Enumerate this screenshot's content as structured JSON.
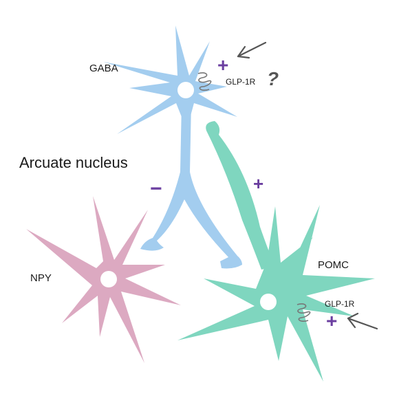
{
  "region_label": "Arcuate nucleus",
  "neurons": {
    "gaba": {
      "label": "GABA",
      "color": "#a3cdef"
    },
    "npy": {
      "label": "NPY",
      "color": "#dca9c1"
    },
    "pomc": {
      "label": "POMC",
      "color": "#7fd6bf"
    }
  },
  "receptors": {
    "gaba_receptor": {
      "label": "GLP-1R",
      "sign": "+",
      "uncertain_mark": "?"
    },
    "pomc_receptor": {
      "label": "GLP-1R",
      "sign": "+"
    }
  },
  "connections": {
    "gaba_to_npy_sign": "−",
    "pomc_to_gaba_sign": "+"
  },
  "colors": {
    "sign_color": "#6b3fa0",
    "arrow_color": "#555555",
    "receptor_coil": "#777777",
    "nucleus_hole": "#ffffff"
  },
  "icons": [
    "receptor-coil-icon",
    "arrow-icon"
  ]
}
